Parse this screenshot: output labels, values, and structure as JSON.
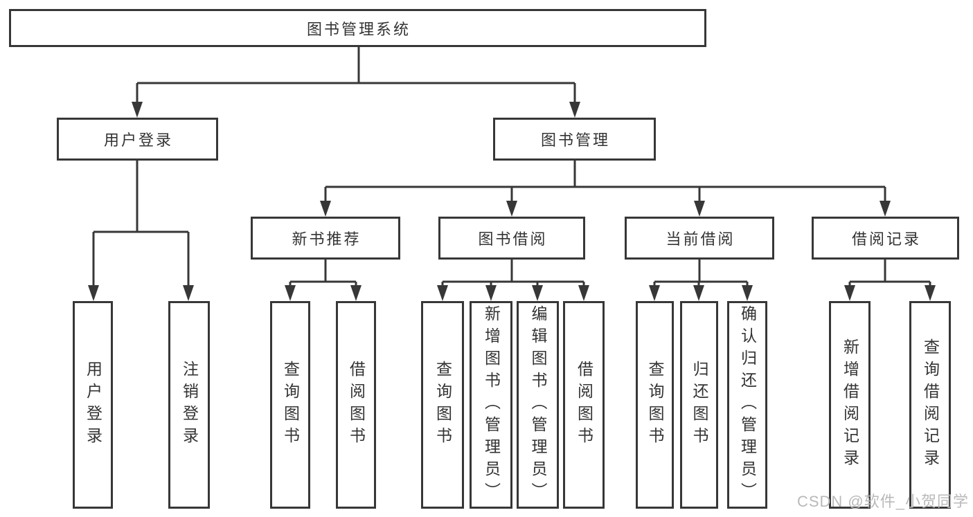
{
  "tree": {
    "root": {
      "label": "图书管理系统"
    },
    "branches": [
      {
        "label": "用户登录",
        "children": [
          "用户登录",
          "注销登录"
        ]
      },
      {
        "label": "图书管理",
        "children": [
          {
            "label": "新书推荐",
            "children": [
              "查询图书",
              "借阅图书"
            ]
          },
          {
            "label": "图书借阅",
            "children": [
              "查询图书",
              "新增图书（管理员）",
              "编辑图书（管理员）",
              "借阅图书"
            ]
          },
          {
            "label": "当前借阅",
            "children": [
              "查询图书",
              "归还图书",
              "确认归还（管理员）"
            ]
          },
          {
            "label": "借阅记录",
            "children": [
              "新增借阅记录",
              "查询借阅记录"
            ]
          }
        ]
      }
    ]
  },
  "watermark": {
    "text": "CSDN @软件_小贺同学"
  },
  "colors": {
    "line": "#373737",
    "text": "#333333",
    "background": "#ffffff",
    "watermark": "#b9b9b9"
  }
}
